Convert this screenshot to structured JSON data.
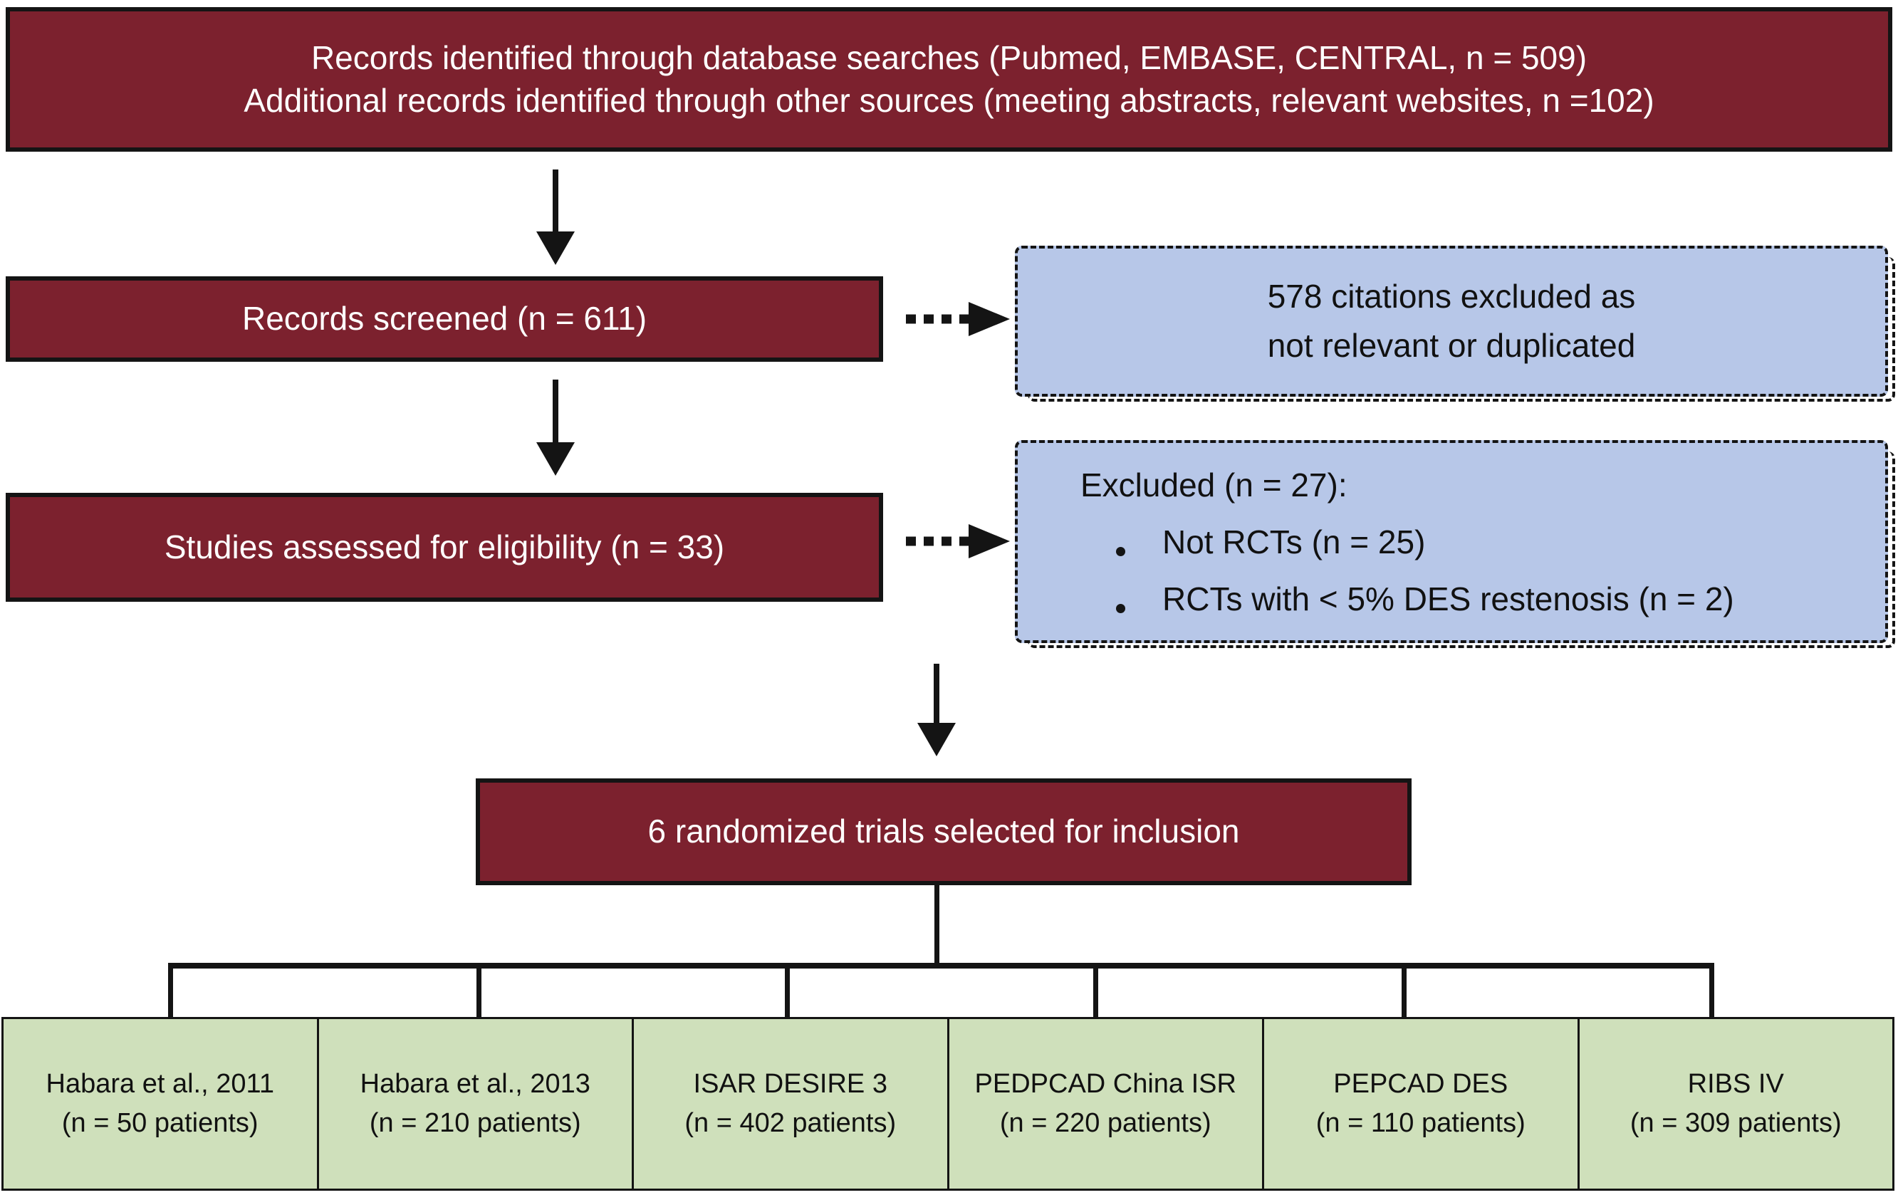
{
  "colors": {
    "box_maroon": "#7c212e",
    "box_blue": "#b7c7e8",
    "box_green": "#cfe0bb",
    "line_black": "#141414",
    "text_on_maroon": "#ffffff",
    "text_on_light": "#111111"
  },
  "flow": {
    "identification": {
      "line1": "Records identified through database searches (Pubmed, EMBASE, CENTRAL, n = 509)",
      "line2": "Additional records identified through other sources (meeting abstracts, relevant websites, n =102)"
    },
    "screened": {
      "label": "Records screened (n = 611)"
    },
    "screened_excluded": {
      "line1": "578 citations excluded as",
      "line2": "not relevant or duplicated"
    },
    "eligibility": {
      "label": "Studies assessed for eligibility (n = 33)"
    },
    "eligibility_excluded": {
      "heading": "Excluded (n = 27):",
      "bullets": [
        "Not RCTs (n = 25)",
        "RCTs with < 5% DES restenosis (n = 2)"
      ]
    },
    "included": {
      "label": "6 randomized trials selected for inclusion"
    },
    "trials": [
      {
        "name": "Habara et al., 2011",
        "n": "(n = 50 patients)"
      },
      {
        "name": "Habara et al., 2013",
        "n": "(n = 210 patients)"
      },
      {
        "name": "ISAR DESIRE 3",
        "n": "(n = 402 patients)"
      },
      {
        "name": "PEDPCAD China ISR",
        "n": "(n = 220 patients)"
      },
      {
        "name": "PEPCAD DES",
        "n": "(n = 110 patients)"
      },
      {
        "name": "RIBS IV",
        "n": "(n = 309 patients)"
      }
    ]
  }
}
